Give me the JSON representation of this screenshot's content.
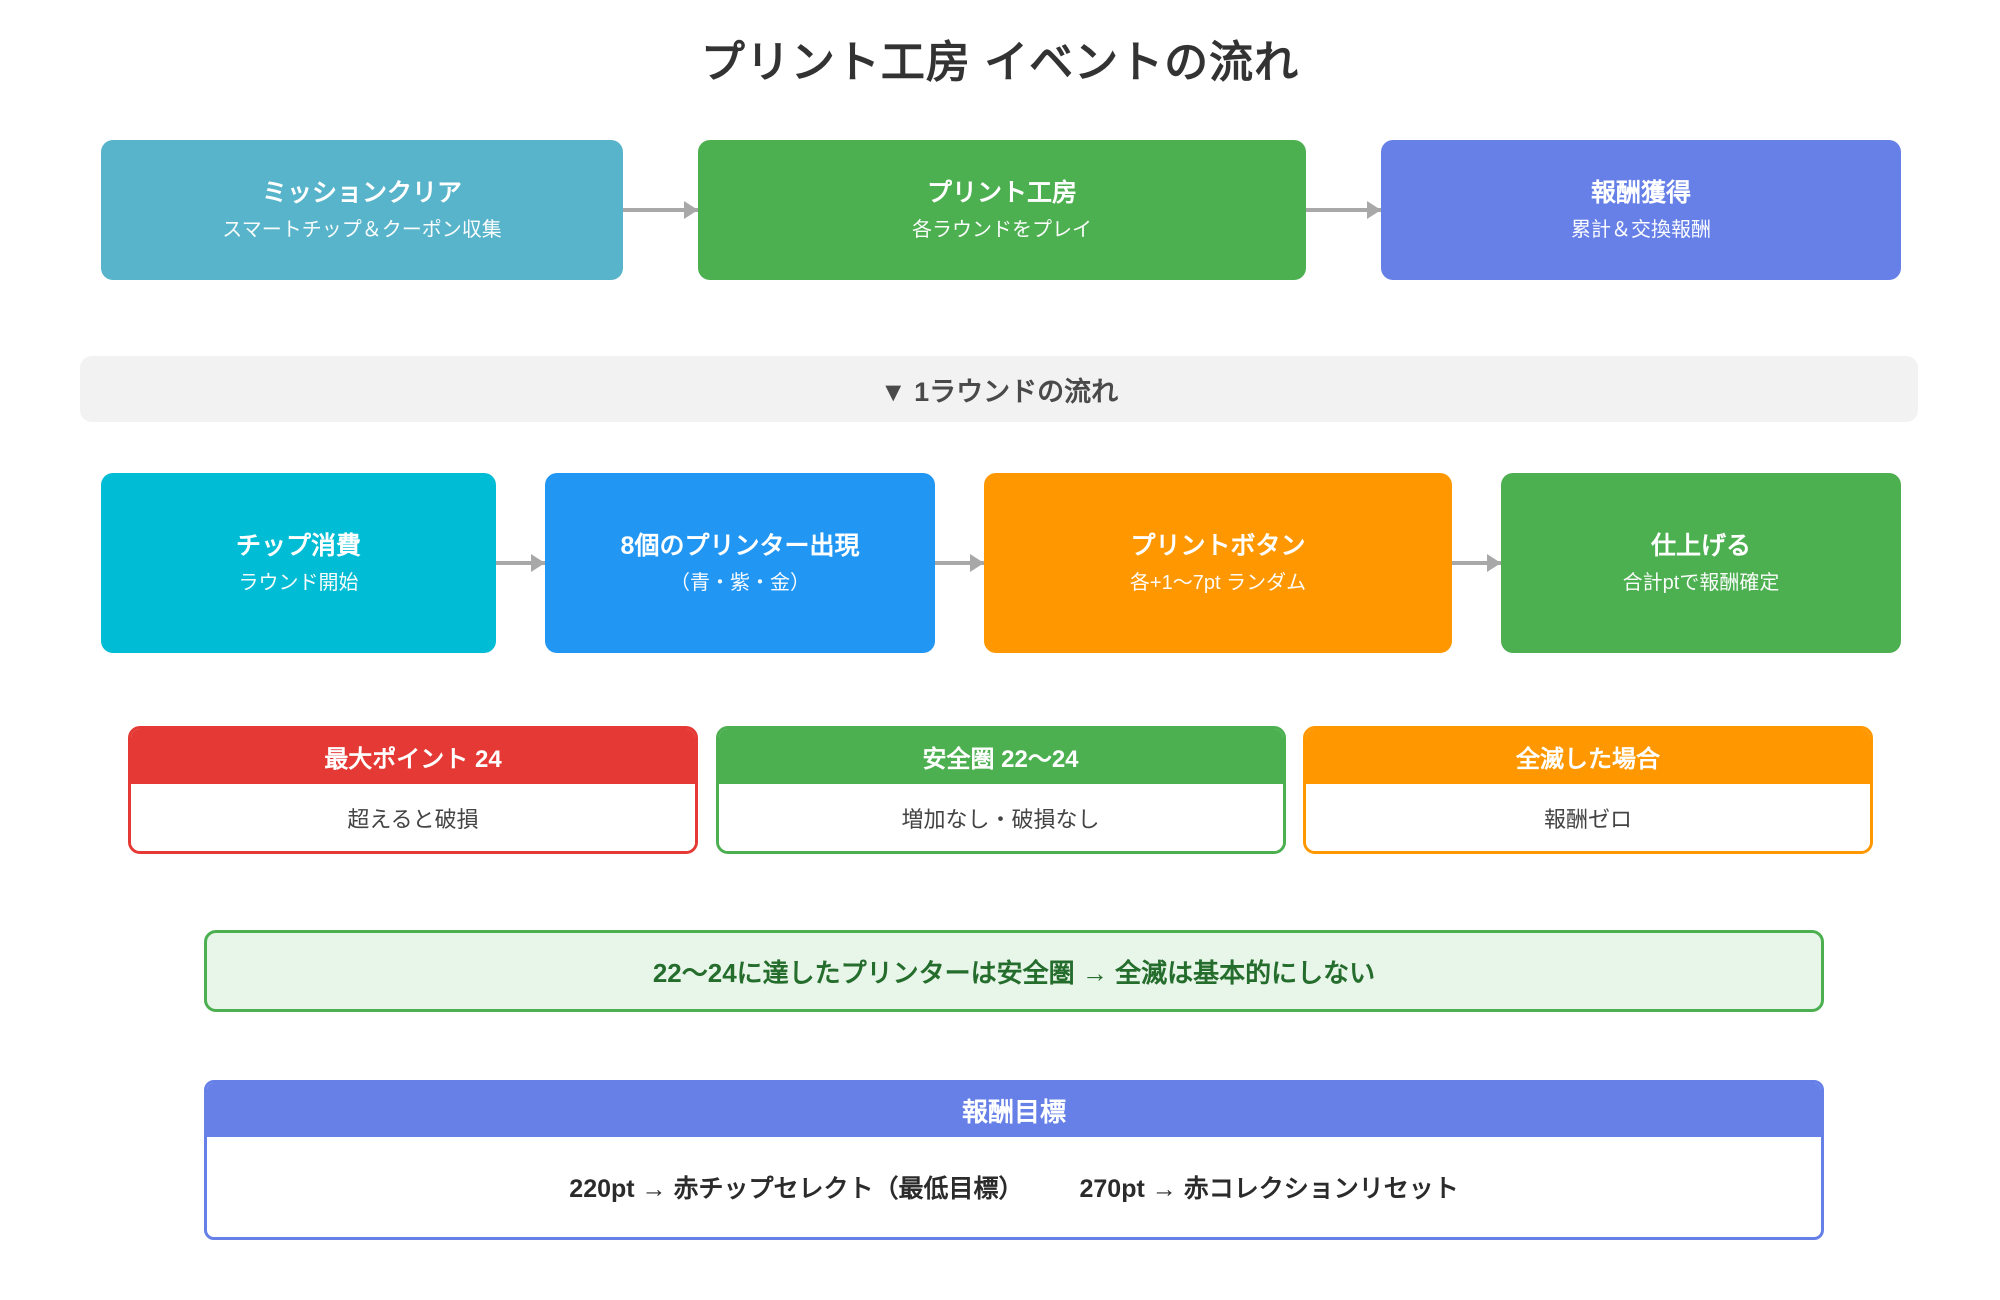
{
  "page": {
    "title": "プリント工房 イベントの流れ",
    "background": "#ffffff"
  },
  "top_flow": {
    "arrow_icon": "arrow-right-icon",
    "steps": [
      {
        "title": "ミッションクリア",
        "subtitle": "スマートチップ＆クーポン収集",
        "color": "#57b4ca"
      },
      {
        "title": "プリント工房",
        "subtitle": "各ラウンドをプレイ",
        "color": "#4caf50"
      },
      {
        "title": "報酬獲得",
        "subtitle": "累計＆交換報酬",
        "color": "#6680e8"
      }
    ]
  },
  "section_header": {
    "label": "▼ 1ラウンドの流れ",
    "background": "#f2f2f2",
    "text_color": "#4a4a4a"
  },
  "round_flow": {
    "arrow_icon": "arrow-right-icon",
    "steps": [
      {
        "title": "チップ消費",
        "subtitle": "ラウンド開始",
        "color": "#00bcd4"
      },
      {
        "title": "8個のプリンター出現",
        "subtitle": "（青・紫・金）",
        "color": "#2196f3"
      },
      {
        "title": "プリントボタン",
        "subtitle": "各+1〜7pt ランダム",
        "color": "#ff9800"
      },
      {
        "title": "仕上げる",
        "subtitle": "合計ptで報酬確定",
        "color": "#4caf50"
      }
    ]
  },
  "rule_cards": [
    {
      "header": "最大ポイント 24",
      "body": "超えると破損",
      "color": "#e53935"
    },
    {
      "header": "安全圏 22〜24",
      "body": "増加なし・破損なし",
      "color": "#4caf50"
    },
    {
      "header": "全滅した場合",
      "body": "報酬ゼロ",
      "color": "#ff9800"
    }
  ],
  "note_banner": {
    "text": "22〜24に達したプリンターは安全圏 → 全滅は基本的にしない",
    "background": "#e8f5e9",
    "border_color": "#4caf50",
    "text_color": "#256d2c"
  },
  "goal_panel": {
    "header": "報酬目標",
    "accent_color": "#6680e8",
    "goals": [
      "220pt → 赤チップセレクト（最低目標）",
      "270pt → 赤コレクションリセット"
    ]
  }
}
